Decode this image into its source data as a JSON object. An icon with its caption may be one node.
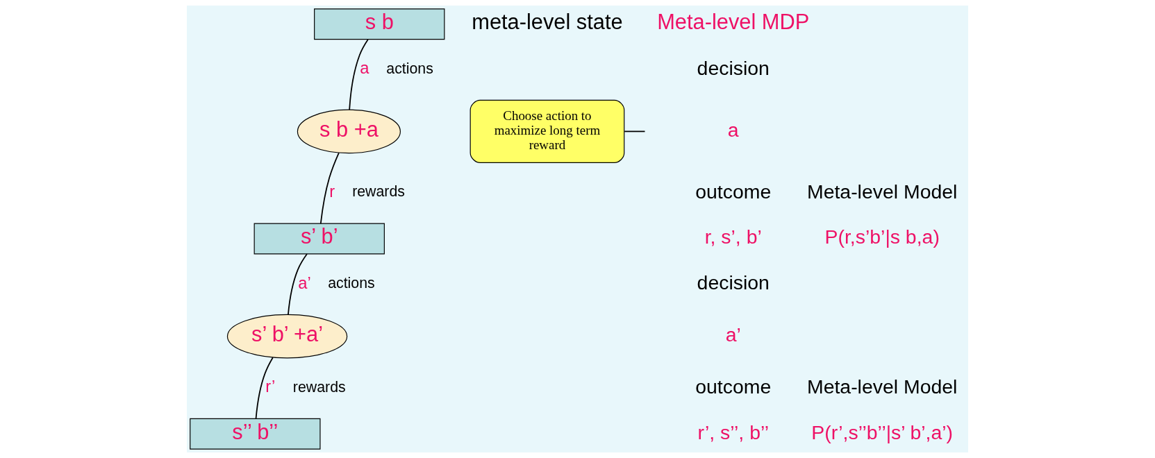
{
  "diagram": {
    "nodes": [
      {
        "text": [
          "s b"
        ]
      },
      {
        "text": [
          "s b +a"
        ]
      },
      {
        "text": [
          "s’ b’"
        ]
      },
      {
        "text": [
          "s’ b’ +a’"
        ]
      },
      {
        "text": [
          "s’’ b’’"
        ]
      },
      {
        "text": [
          "Choose action to maximize long term reward"
        ]
      }
    ],
    "edges": [
      {
        "from": 0,
        "to": 1,
        "arrow": "none",
        "label": "a"
      },
      {
        "from": 1,
        "to": 2,
        "arrow": "none",
        "label": "r"
      },
      {
        "from": 2,
        "to": 3,
        "arrow": "none",
        "label": "a’"
      },
      {
        "from": 3,
        "to": 4,
        "arrow": "none",
        "label": "r’"
      },
      {
        "from": 5,
        "to": null,
        "arrow": "none"
      }
    ],
    "labels": [
      "meta-level state",
      "Meta-level MDP",
      "decision",
      "a",
      "actions",
      "outcome",
      "r, s’, b’",
      "Meta-level Model",
      "P(r,s’b’|s b,a)",
      "rewards",
      "decision",
      "a’",
      "actions",
      "outcome",
      "r’, s’’, b’’",
      "Meta-level Model",
      "P(r’,s’’b’’|s’ b’,a’)",
      "rewards"
    ]
  }
}
